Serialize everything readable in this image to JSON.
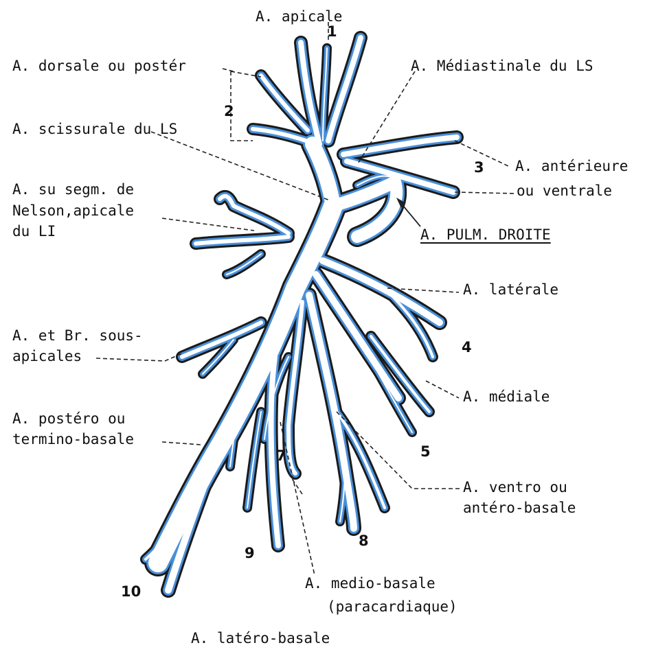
{
  "colors": {
    "vessel_outline": "#1a1a1a",
    "vessel_highlight": "#4a90d9",
    "leader_line": "#222222",
    "label_text": "#111111"
  },
  "title": "A. PULM. DROITE",
  "labels": {
    "apicale": "A. apicale",
    "dorsale": "A. dorsale ou postér",
    "mediastinale": "A. Médiastinale du LS",
    "scissurale": "A. scissurale du LS",
    "anterieure": "A. antérieure",
    "ventrale": "ou ventrale",
    "nelson_1": "A. su segm. de",
    "nelson_2": "Nelson,apicale",
    "nelson_3": "du LI",
    "laterale": "A. latérale",
    "sous_apicales_1": "A. et Br. sous-",
    "sous_apicales_2": "apicales",
    "mediale": "A. médiale",
    "postero_1": "A. postéro ou",
    "postero_2": "termino-basale",
    "ventro_1": "A. ventro ou",
    "ventro_2": "antéro-basale",
    "medio_1": "A. medio-basale",
    "medio_2": "(paracardiaque)",
    "latero": "A. latéro-basale"
  },
  "numbers": {
    "n1": "1",
    "n2": "2",
    "n3": "3",
    "n4": "4",
    "n5": "5",
    "n7": "7",
    "n8": "8",
    "n9": "9",
    "n10": "10"
  }
}
